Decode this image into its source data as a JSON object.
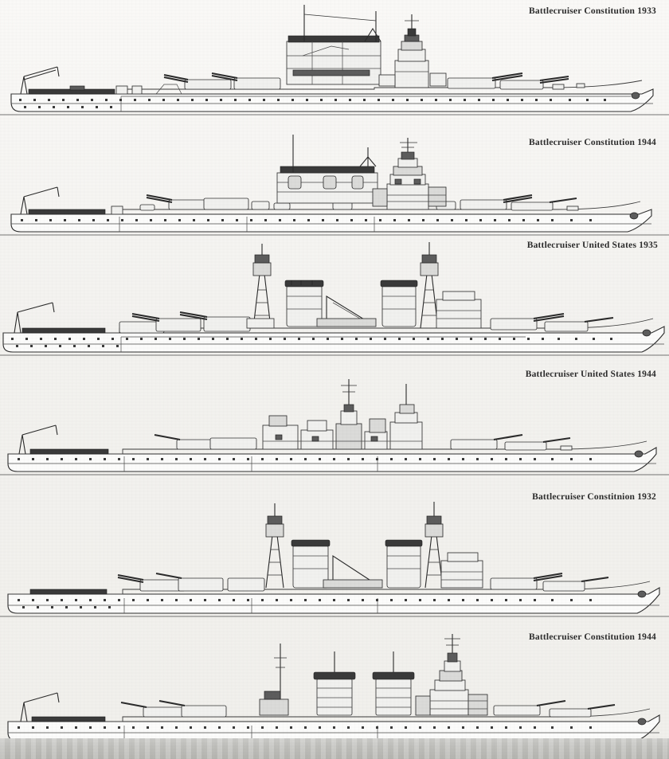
{
  "page": {
    "background_color": "#f6f5f2",
    "ink_color": "#2e2e2e",
    "caption_color": "#2c2c2c",
    "bottom_band_color": "#c3c3bf",
    "sheet_type": "scanned line-drawing plate",
    "subject": "US Navy battlecruiser design side profiles"
  },
  "profiles": [
    {
      "caption": "Battlecruiser Constitution  1933",
      "ship_name": "Constitution",
      "year": "1933",
      "class_label": "Battlecruiser"
    },
    {
      "caption": "Battlecruiser Constitution  1944",
      "ship_name": "Constitution",
      "year": "1944",
      "class_label": "Battlecruiser"
    },
    {
      "caption": "Battlecruiser United States 1935",
      "ship_name": "United States",
      "year": "1935",
      "class_label": "Battlecruiser"
    },
    {
      "caption": "Battlecruiser United States 1944",
      "ship_name": "United States",
      "year": "1944",
      "class_label": "Battlecruiser"
    },
    {
      "caption": "Battlecruiser Constitnion 1932",
      "ship_name": "Constitnion",
      "year": "1932",
      "class_label": "Battlecruiser"
    },
    {
      "caption": "Battlecruiser Constitution 1944",
      "ship_name": "Constitution",
      "year": "1944",
      "class_label": "Battlecruiser"
    }
  ]
}
